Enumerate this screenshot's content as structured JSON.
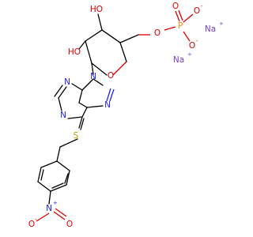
{
  "colors": {
    "carbon_bond": "#000000",
    "oxygen": "#e00000",
    "nitrogen": "#2020ff",
    "sulfur": "#b8a000",
    "phosphorus": "#ff8c00",
    "sodium": "#7a3ec8"
  },
  "atoms": {
    "ho_top": "HO",
    "ho_left": "HO",
    "o_ring": "O",
    "o_link": "O",
    "p": "P",
    "o_p_top": "O",
    "o_p_top_charge": "-",
    "o_p_dbl": "O",
    "o_p_bot": "O",
    "o_p_bot_charge": "-",
    "na1": "Na",
    "na1_charge": "+",
    "na2": "Na",
    "na2_charge": "+",
    "n9": "N",
    "n_up": "N",
    "n_left1": "N",
    "n_left2": "N",
    "n_right": "N",
    "s": "S",
    "n_nitro": "N",
    "n_nitro_charge": "+",
    "o_nitro_left": "O",
    "o_nitro_left_charge": "-",
    "o_nitro_right": "O"
  }
}
